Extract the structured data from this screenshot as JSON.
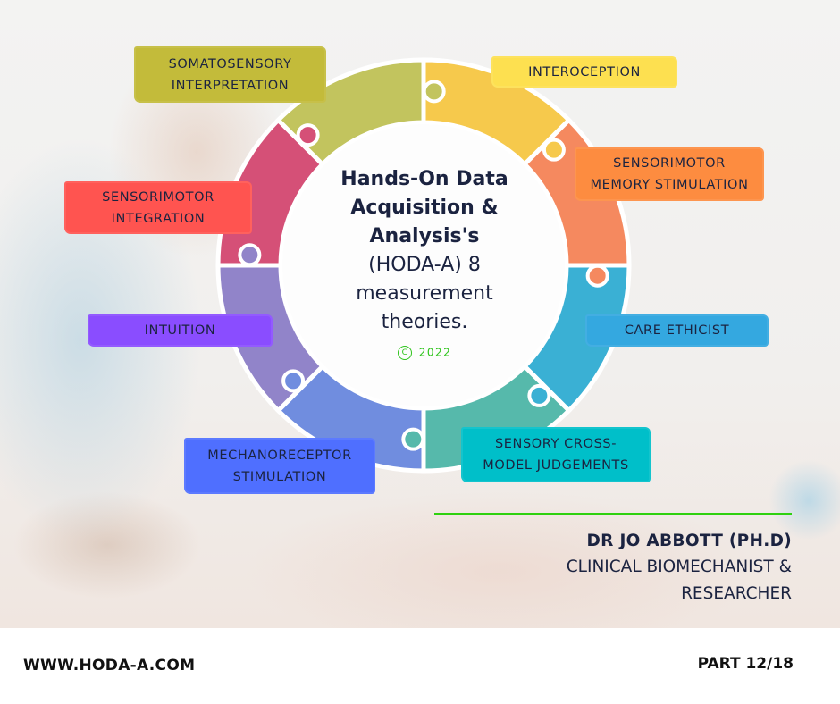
{
  "ring": {
    "segment_colors": [
      "#f6c94c",
      "#f5895f",
      "#3ab0d4",
      "#56b9ab",
      "#708ddf",
      "#9184c9",
      "#d55077",
      "#c2c45e"
    ]
  },
  "labels": [
    {
      "id": "somatosensory",
      "lines": [
        "SOMATOSENSORY",
        "INTERPRETATION"
      ],
      "color": "#c3bb3a"
    },
    {
      "id": "interoception",
      "lines": [
        "INTEROCEPTION"
      ],
      "color": "#fde050"
    },
    {
      "id": "sensorimotor-memory",
      "lines": [
        "SENSORIMOTOR",
        "MEMORY STIMULATION"
      ],
      "color": "#fd8c40"
    },
    {
      "id": "sensorimotor-integration",
      "lines": [
        "SENSORIMOTOR",
        "INTEGRATION"
      ],
      "color": "#ff5450"
    },
    {
      "id": "care-ethicist",
      "lines": [
        "CARE ETHICIST"
      ],
      "color": "#34a8e0"
    },
    {
      "id": "intuition",
      "lines": [
        "INTUITION"
      ],
      "color": "#8a4dff"
    },
    {
      "id": "mechanoreceptor",
      "lines": [
        "MECHANORECEPTOR",
        "STIMULATION"
      ],
      "color": "#4f6fff"
    },
    {
      "id": "sensory-cross",
      "lines": [
        "SENSORY CROSS-",
        "MODEL JUDGEMENTS"
      ],
      "color": "#00bfc9"
    }
  ],
  "center": {
    "title_lines": [
      "Hands-On Data",
      "Acquisition  &",
      "Analysis's"
    ],
    "sub_lines": [
      "(HODA-A) 8",
      "measurement",
      "theories."
    ],
    "copyright_symbol": "C",
    "year": "2022"
  },
  "author": {
    "name": "DR JO ABBOTT (PH.D)",
    "role_lines": [
      "CLINICAL BIOMECHANIST &",
      "RESEARCHER"
    ]
  },
  "footer": {
    "website": "WWW.HODA-A.COM",
    "part": "PART 12/18"
  },
  "colors": {
    "accent_green": "#2fd10f",
    "text_navy": "#1b2340"
  }
}
